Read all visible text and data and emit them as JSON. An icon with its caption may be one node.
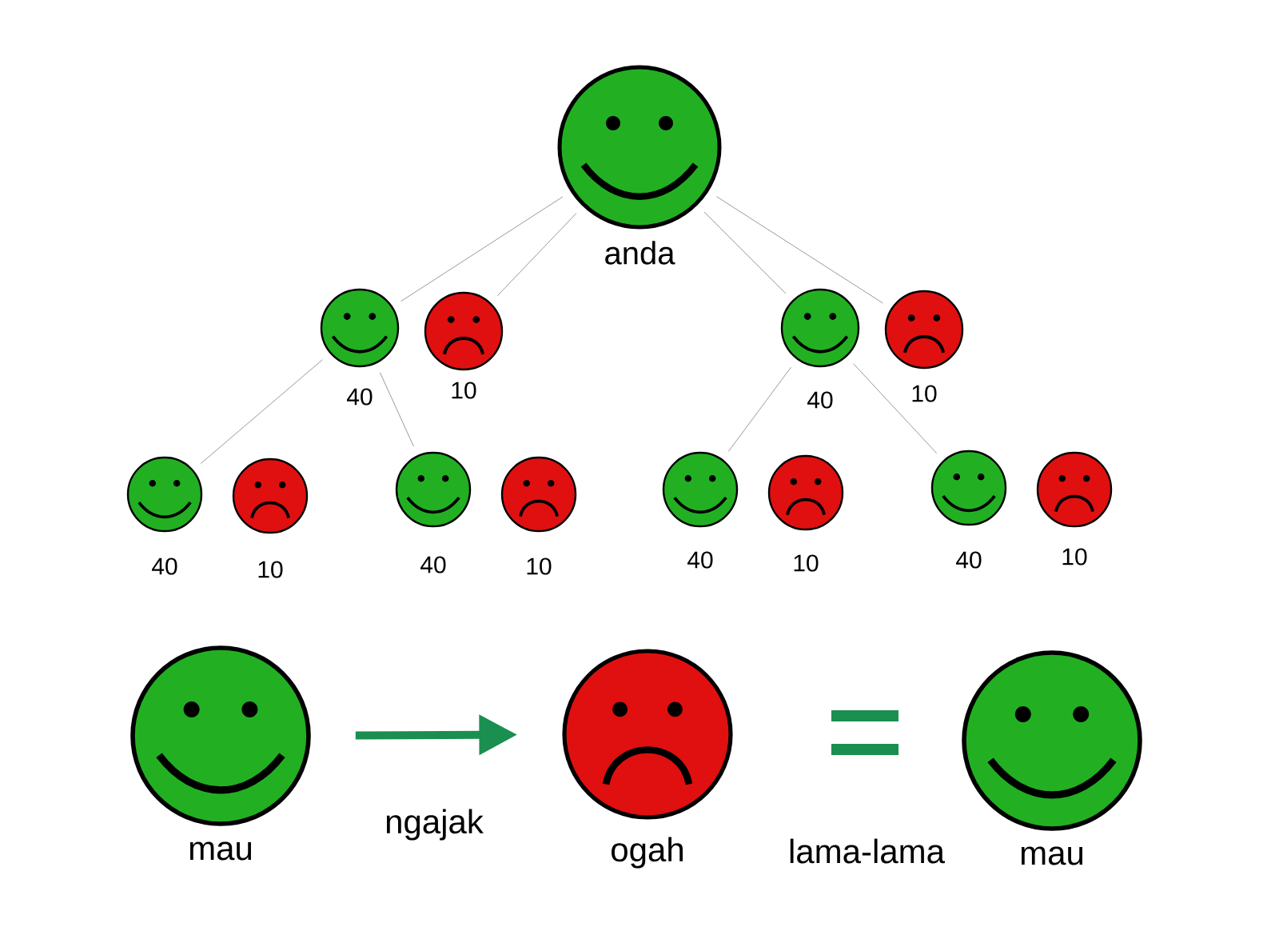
{
  "diagram": {
    "nodes": [
      {
        "text": [
          "anda"
        ]
      },
      {
        "text": [
          "40"
        ]
      },
      {
        "text": [
          "10"
        ]
      },
      {
        "text": [
          "40"
        ]
      },
      {
        "text": [
          "10"
        ]
      },
      {
        "text": [
          "40"
        ]
      },
      {
        "text": [
          "10"
        ]
      },
      {
        "text": [
          "40"
        ]
      },
      {
        "text": [
          "10"
        ]
      },
      {
        "text": [
          "40"
        ]
      },
      {
        "text": [
          "10"
        ]
      },
      {
        "text": [
          "40"
        ]
      },
      {
        "text": [
          "10"
        ]
      },
      {
        "text": [
          "mau"
        ]
      },
      {
        "text": [
          "ogah"
        ]
      },
      {
        "text": [
          "mau"
        ]
      }
    ],
    "edges": [
      {
        "from": 0,
        "to": 1,
        "arrow": "none"
      },
      {
        "from": 0,
        "to": 2,
        "arrow": "none"
      },
      {
        "from": 0,
        "to": 3,
        "arrow": "none"
      },
      {
        "from": 0,
        "to": 4,
        "arrow": "none"
      },
      {
        "from": 1,
        "to": 5,
        "arrow": "none"
      },
      {
        "from": 1,
        "to": 7,
        "arrow": "none"
      },
      {
        "from": 3,
        "to": 9,
        "arrow": "none"
      },
      {
        "from": 3,
        "to": 11,
        "arrow": "none"
      },
      {
        "from": 13,
        "to": 14,
        "arrow": "to",
        "label": "ngajak",
        "style": "thick",
        "color": "#1a8f50"
      }
    ],
    "labels": [
      "lama-lama"
    ]
  }
}
